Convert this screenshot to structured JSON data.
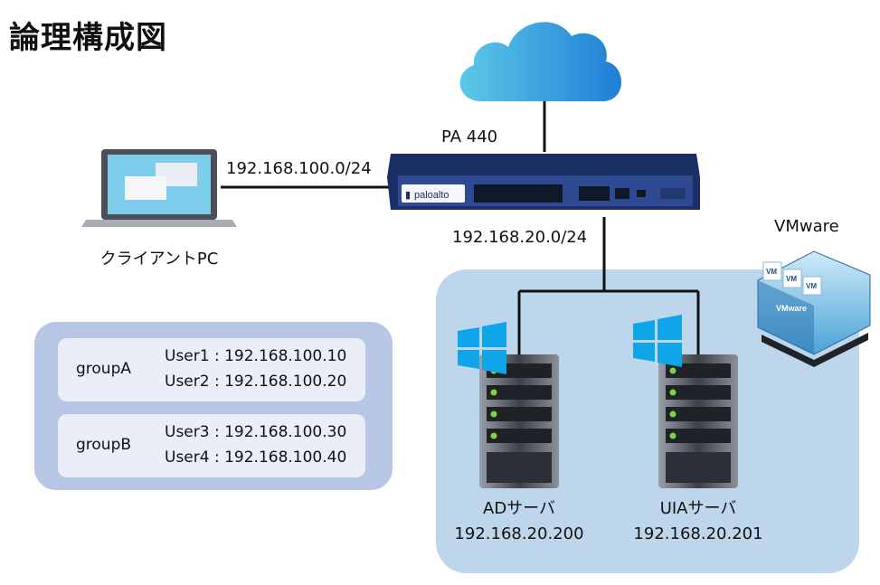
{
  "title": "論理構成図",
  "firewall": {
    "model": "PA 440",
    "brand": "paloalto"
  },
  "networks": {
    "client_subnet": "192.168.100.0/24",
    "server_subnet": "192.168.20.0/24"
  },
  "client": {
    "label": "クライアントPC"
  },
  "groups": [
    {
      "name": "groupA",
      "users": [
        "User1 : 192.168.100.10",
        "User2 : 192.168.100.20"
      ]
    },
    {
      "name": "groupB",
      "users": [
        "User3 : 192.168.100.30",
        "User4 : 192.168.100.40"
      ]
    }
  ],
  "servers": [
    {
      "name": "ADサーバ",
      "ip": "192.168.20.200"
    },
    {
      "name": "UIAサーバ",
      "ip": "192.168.20.201"
    }
  ],
  "vmware": {
    "label": "VMware",
    "badge": "VMware",
    "vm_label": "VM"
  },
  "colors": {
    "panel": "#b7c6e4",
    "zone": "#bed6ec",
    "firewall": "#1c2f66",
    "windows": "#0ea5e9"
  }
}
